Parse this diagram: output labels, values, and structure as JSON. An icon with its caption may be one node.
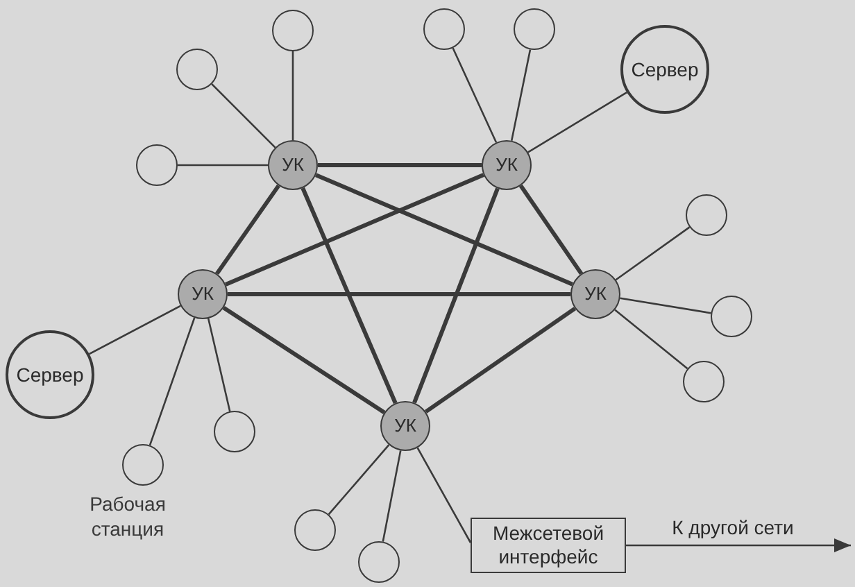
{
  "diagram": {
    "nodes": [
      {
        "text": [],
        "shape": "circle"
      },
      {
        "text": [],
        "shape": "circle"
      },
      {
        "text": [],
        "shape": "circle"
      },
      {
        "text": [],
        "shape": "circle"
      },
      {
        "text": [
          "Сервер"
        ]
      },
      {
        "text": [
          "УК"
        ]
      },
      {
        "text": [],
        "shape": "circle"
      },
      {
        "text": [
          "УК"
        ]
      },
      {
        "text": [],
        "shape": "circle"
      },
      {
        "text": [
          "УК"
        ]
      },
      {
        "text": [
          "УК"
        ]
      },
      {
        "text": [],
        "shape": "circle"
      },
      {
        "text": [
          "Сервер"
        ]
      },
      {
        "text": [],
        "shape": "circle"
      },
      {
        "text": [
          "УК"
        ]
      },
      {
        "text": [],
        "shape": "circle"
      },
      {
        "text": [],
        "shape": "circle",
        "beside": [
          "Рабочая станция"
        ]
      },
      {
        "text": [],
        "shape": "circle"
      },
      {
        "text": [
          "Межсетевой интерфейс"
        ]
      },
      {
        "text": [],
        "shape": "circle"
      }
    ],
    "edges": [
      {
        "from": 5,
        "to": 0,
        "arrow": "none"
      },
      {
        "from": 5,
        "to": 3,
        "arrow": "none"
      },
      {
        "from": 5,
        "to": 6,
        "arrow": "none"
      },
      {
        "from": 5,
        "to": 7,
        "arrow": "none",
        "style": "thick"
      },
      {
        "from": 5,
        "to": 9,
        "arrow": "none",
        "style": "thick"
      },
      {
        "from": 5,
        "to": 10,
        "arrow": "none",
        "style": "thick"
      },
      {
        "from": 5,
        "to": 14,
        "arrow": "none",
        "style": "thick"
      },
      {
        "from": 7,
        "to": 1,
        "arrow": "none"
      },
      {
        "from": 7,
        "to": 2,
        "arrow": "none"
      },
      {
        "from": 7,
        "to": 4,
        "arrow": "none"
      },
      {
        "from": 7,
        "to": 9,
        "arrow": "none",
        "style": "thick"
      },
      {
        "from": 7,
        "to": 10,
        "arrow": "none",
        "style": "thick"
      },
      {
        "from": 7,
        "to": 14,
        "arrow": "none",
        "style": "thick"
      },
      {
        "from": 10,
        "to": 8,
        "arrow": "none"
      },
      {
        "from": 10,
        "to": 11,
        "arrow": "none"
      },
      {
        "from": 10,
        "to": 13,
        "arrow": "none"
      },
      {
        "from": 9,
        "to": 10,
        "arrow": "none",
        "style": "thick"
      },
      {
        "from": 9,
        "to": 14,
        "arrow": "none",
        "style": "thick"
      },
      {
        "from": 10,
        "to": 14,
        "arrow": "none",
        "style": "thick"
      },
      {
        "from": 9,
        "to": 12,
        "arrow": "none"
      },
      {
        "from": 9,
        "to": 15,
        "arrow": "none"
      },
      {
        "from": 9,
        "to": 16,
        "arrow": "none"
      },
      {
        "from": 14,
        "to": 17,
        "arrow": "none"
      },
      {
        "from": 14,
        "to": 19,
        "arrow": "none"
      },
      {
        "from": 14,
        "to": 18,
        "arrow": "none"
      },
      {
        "from": 18,
        "to": null,
        "arrow": "to",
        "label": "К другой сети"
      }
    ]
  }
}
